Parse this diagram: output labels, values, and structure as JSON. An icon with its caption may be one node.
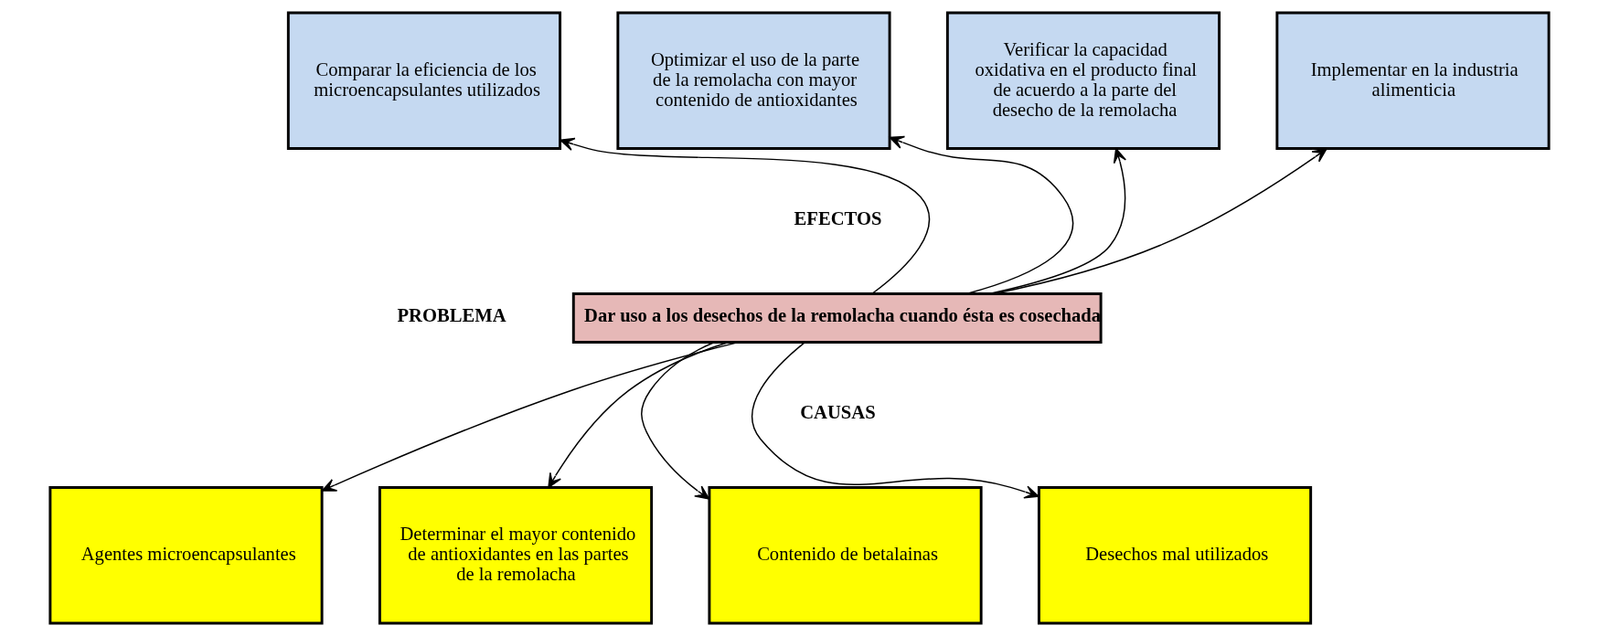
{
  "diagram": {
    "nodes": [
      {
        "text": [
          "Comparar la eficiencia de los microencapsulantes utilizados"
        ]
      },
      {
        "text": [
          "Optimizar el uso de la parte de la remolacha con mayor contenido de antioxidantes"
        ]
      },
      {
        "text": [
          "Verificar la capacidad oxidativa en el producto final de acuerdo a la parte del desecho de la remolacha"
        ]
      },
      {
        "text": [
          "Implementar en la industria alimenticia"
        ]
      },
      {
        "text": [
          "Dar uso a los desechos de la remolacha cuando ésta es cosechada"
        ]
      },
      {
        "text": [
          "Agentes microencapsulantes"
        ]
      },
      {
        "text": [
          "Determinar el mayor contenido de antioxidantes en las partes de la remolacha"
        ]
      },
      {
        "text": [
          "Contenido de betalainas"
        ]
      },
      {
        "text": [
          "Desechos mal utilizados"
        ]
      }
    ],
    "edges": [
      {
        "from": 4,
        "to": 0,
        "arrow": "to"
      },
      {
        "from": 4,
        "to": 1,
        "arrow": "to"
      },
      {
        "from": 4,
        "to": 2,
        "arrow": "to"
      },
      {
        "from": 4,
        "to": 3,
        "arrow": "to"
      },
      {
        "from": 4,
        "to": 5,
        "arrow": "to"
      },
      {
        "from": 4,
        "to": 6,
        "arrow": "to"
      },
      {
        "from": 4,
        "to": 7,
        "arrow": "to"
      },
      {
        "from": 4,
        "to": 8,
        "arrow": "to"
      }
    ],
    "labels": [
      "EFECTOS",
      "PROBLEMA",
      "CAUSAS"
    ]
  }
}
